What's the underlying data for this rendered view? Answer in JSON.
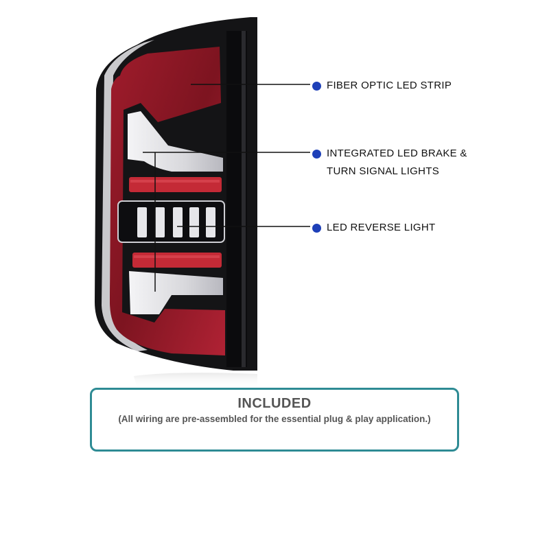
{
  "callouts": [
    {
      "id": "fiber-optic",
      "lines": [
        "FIBER OPTIC LED STRIP"
      ]
    },
    {
      "id": "brake-turn",
      "lines": [
        "INTEGRATED LED BRAKE &",
        "TURN SIGNAL LIGHTS"
      ]
    },
    {
      "id": "reverse",
      "lines": [
        "LED REVERSE  LIGHT"
      ]
    }
  ],
  "included": {
    "title": "INCLUDED",
    "subtitle": "(All wiring are pre-assembled for the essential plug & play application.)"
  },
  "colors": {
    "accent_dot": "#1e40b8",
    "box_border": "#2e8b94",
    "lens_red": "#8e1a26",
    "housing_black": "#141416"
  }
}
